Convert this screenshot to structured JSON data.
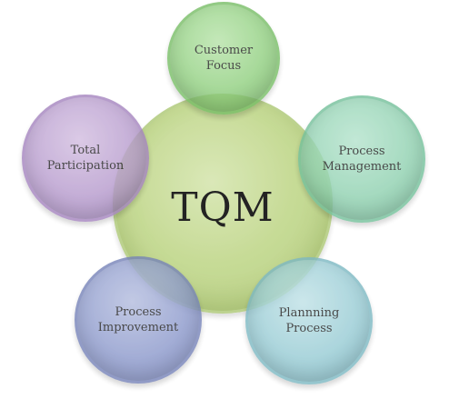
{
  "center": {
    "label": "TQM",
    "color": "#c3d98f"
  },
  "elements": [
    {
      "id": "customer_focus",
      "label": "Customer\nFocus",
      "color": "#8fcf7e"
    },
    {
      "id": "process_management",
      "label": "Process\nManagement",
      "color": "#8fd1b0"
    },
    {
      "id": "planning_process",
      "label": "Plannning\nProcess",
      "color": "#96cbd4"
    },
    {
      "id": "process_improvement",
      "label": "Process\nImprovement",
      "color": "#8c99cc"
    },
    {
      "id": "total_participation",
      "label": "Total\nParticipation",
      "color": "#b69acd"
    }
  ]
}
